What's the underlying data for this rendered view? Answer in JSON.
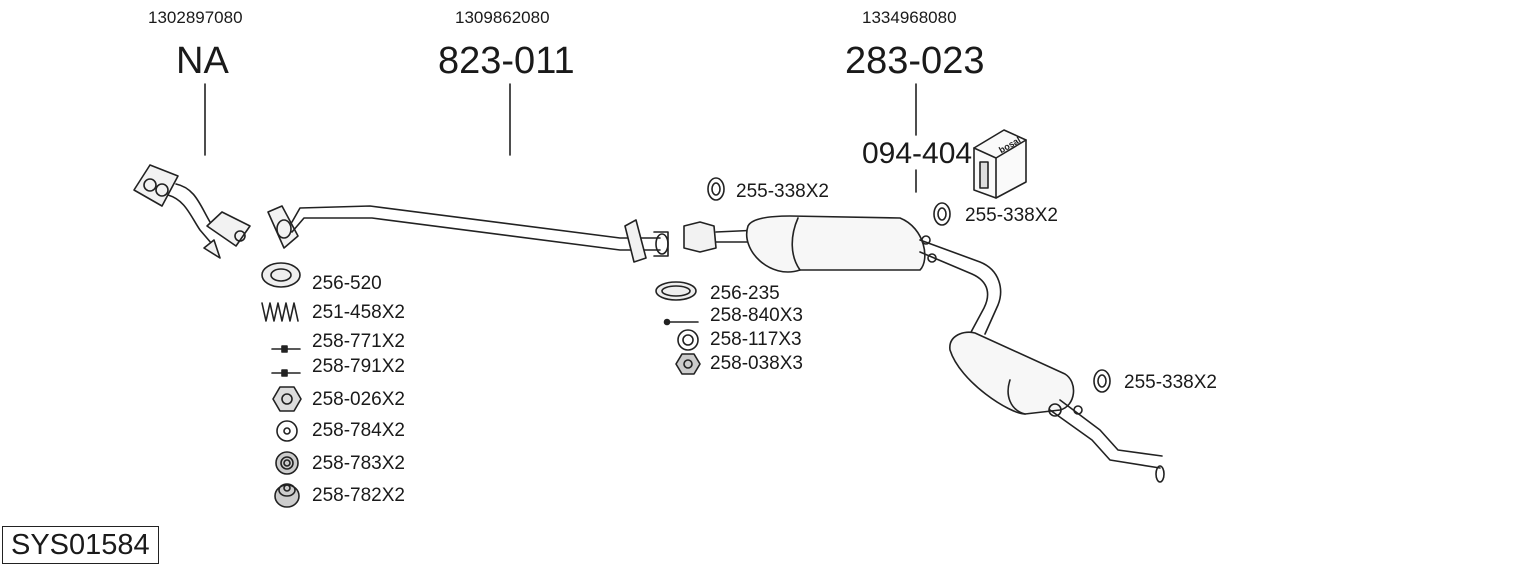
{
  "oem_numbers": {
    "group1": "1302897080",
    "group2": "1309862080",
    "group3": "1334968080"
  },
  "groups": {
    "group1": "NA",
    "group2": "823-011",
    "group3": "283-023",
    "catalyst": "094-404"
  },
  "brand_logo_text": "bosal",
  "parts_left": [
    {
      "code": "256-520",
      "icon": "gasket-ring-icon"
    },
    {
      "code": "251-458X2",
      "icon": "spring-icon"
    },
    {
      "code": "258-771X2",
      "icon": "bolt-icon"
    },
    {
      "code": "258-791X2",
      "icon": "bolt-icon"
    },
    {
      "code": "258-026X2",
      "icon": "hex-nut-icon"
    },
    {
      "code": "258-784X2",
      "icon": "washer-icon"
    },
    {
      "code": "258-783X2",
      "icon": "spring-washer-icon"
    },
    {
      "code": "258-782X2",
      "icon": "rubber-mount-icon"
    }
  ],
  "parts_middle": [
    {
      "code": "256-235",
      "icon": "gasket-ring-icon"
    },
    {
      "code": "258-840X3",
      "icon": "bolt-icon"
    },
    {
      "code": "258-117X3",
      "icon": "washer-icon"
    },
    {
      "code": "258-038X3",
      "icon": "flange-nut-icon"
    }
  ],
  "hangers": [
    {
      "code": "255-338X2",
      "icon": "hanger-ring-icon"
    },
    {
      "code": "255-338X2",
      "icon": "hanger-ring-icon"
    },
    {
      "code": "255-338X2",
      "icon": "hanger-ring-icon"
    }
  ],
  "system_code": "SYS01584"
}
